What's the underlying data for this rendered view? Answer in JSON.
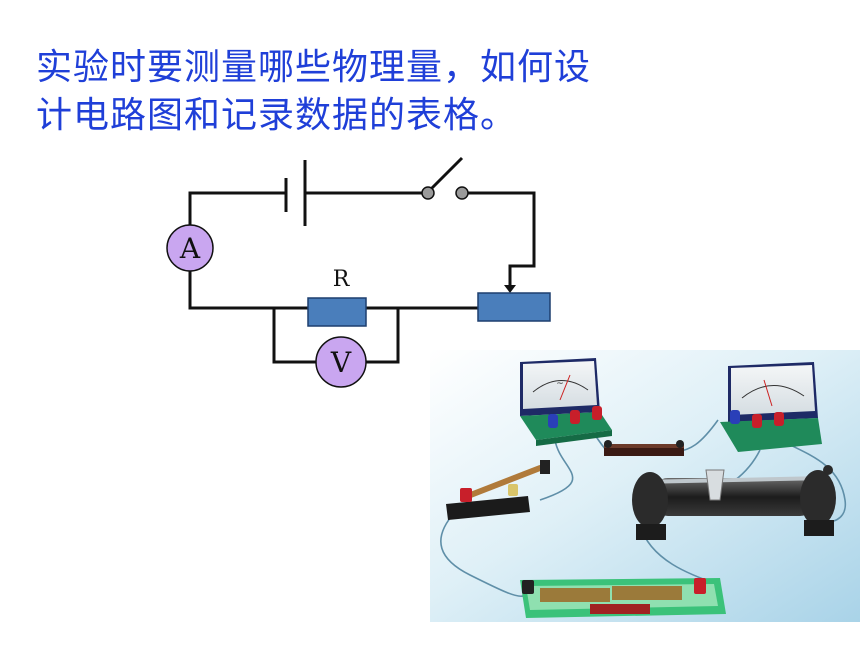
{
  "question": {
    "line1": "实验时要测量哪些物理量，如何设",
    "line2": "计电路图和记录数据的表格。"
  },
  "circuit": {
    "ammeter_label": "A",
    "voltmeter_label": "V",
    "resistor_label": "R",
    "meter_fill": "#c9a6f0",
    "resistor_fill": "#4a7ebb",
    "wire_color": "#111111",
    "switch_contact_color": "#9a9a9a"
  },
  "photo": {
    "background": "#cfe7f2",
    "base_green": "#2fa86a",
    "wire_color": "#5f8fa8"
  },
  "icons": [
    "battery-icon",
    "switch-icon",
    "ammeter-icon",
    "voltmeter-icon",
    "resistor-icon",
    "rheostat-icon",
    "meter-photo-icon",
    "rheostat-photo-icon",
    "battery-box-photo-icon",
    "knife-switch-photo-icon"
  ]
}
